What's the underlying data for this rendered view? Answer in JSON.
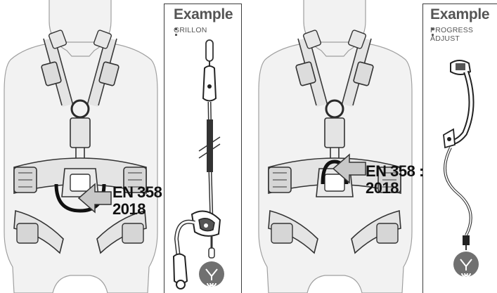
{
  "left": {
    "example_title": "Example :",
    "example_product": "GRILLON",
    "standard_line1": "EN 358 :",
    "standard_line2": "2018"
  },
  "right": {
    "example_title": "Example :",
    "example_product_line1": "PROGRESS",
    "example_product_line2": "ADJUST",
    "standard_line1": "EN 358 :",
    "standard_line2": "2018"
  },
  "colors": {
    "figure_fill": "#f2f2f2",
    "figure_stroke": "#9a9a9a",
    "harness_fill": "#e4e4e4",
    "strap_stroke": "#3a3a3a",
    "arrow_fill": "#c8c8c8",
    "panel_border": "#3c3c3c"
  }
}
